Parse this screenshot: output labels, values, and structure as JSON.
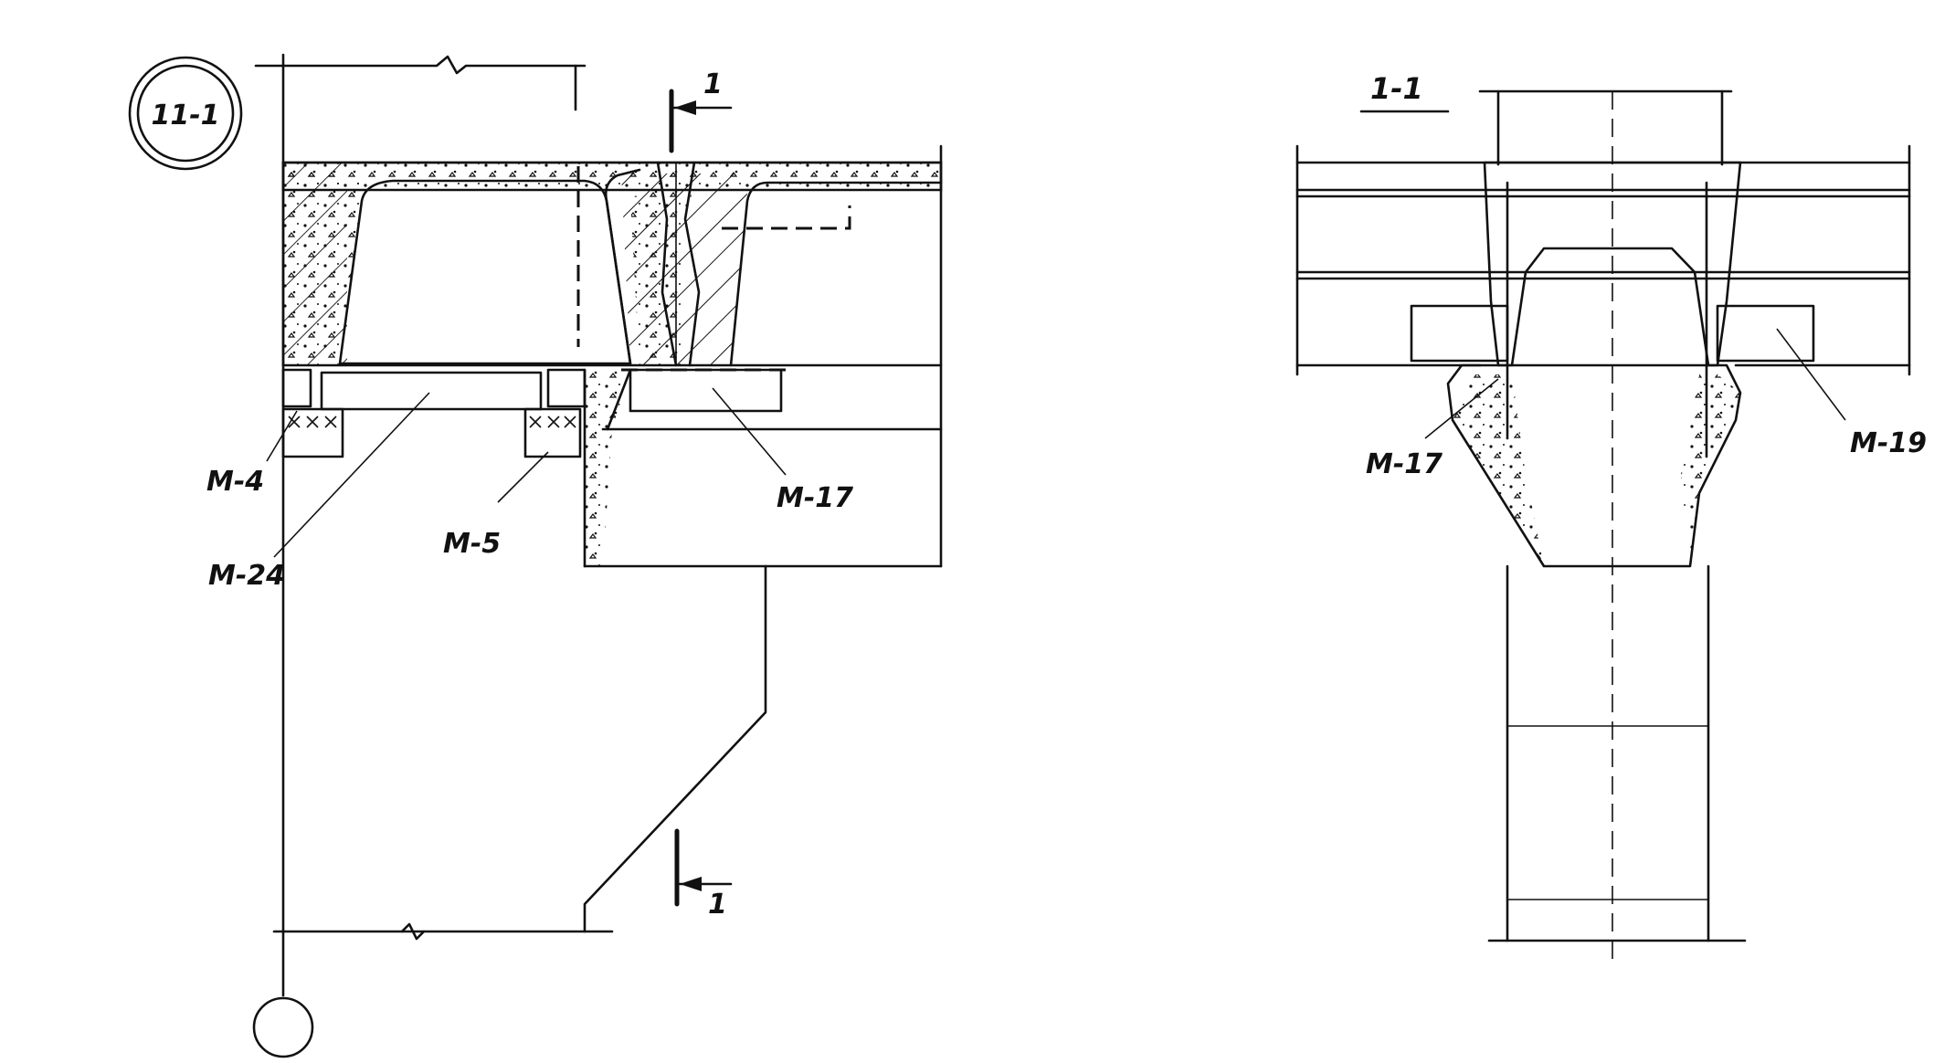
{
  "node_mark": "11-1",
  "section_mark": "1",
  "section_title": "1-1",
  "callouts": {
    "m4": "M-4",
    "m24": "M-24",
    "m5": "M-5",
    "m17_plan": "M-17",
    "m17_section": "M-17",
    "m19": "M-19"
  }
}
